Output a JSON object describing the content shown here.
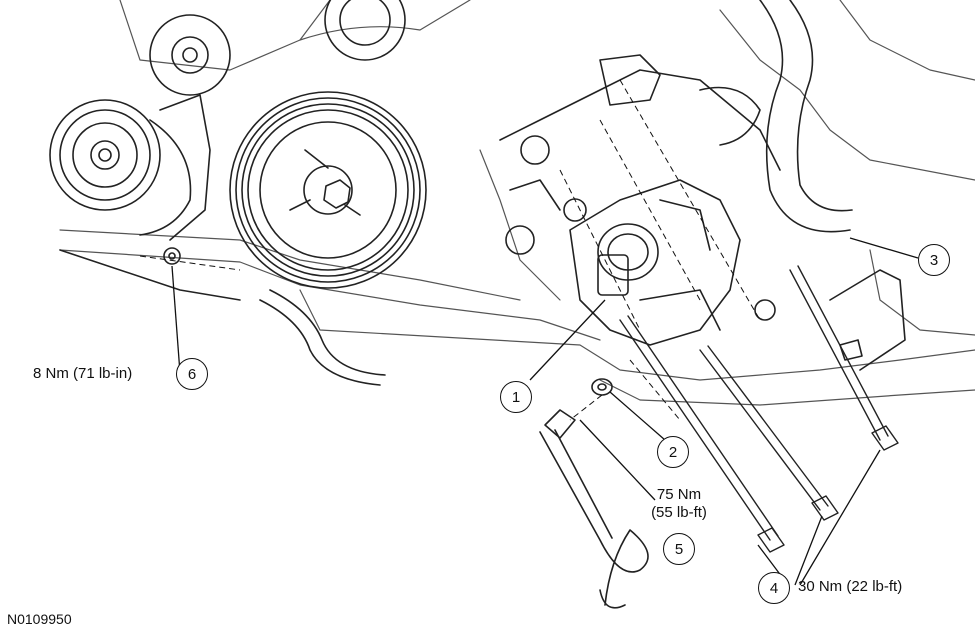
{
  "figure_id": "N0109950",
  "callouts": [
    {
      "number": "1"
    },
    {
      "number": "2"
    },
    {
      "number": "3"
    },
    {
      "number": "4",
      "torque": "30 Nm (22 lb-ft)"
    },
    {
      "number": "5",
      "torque_line1": "75 Nm",
      "torque_line2": "(55 lb-ft)"
    },
    {
      "number": "6",
      "torque": "8 Nm (71 lb-in)"
    }
  ]
}
